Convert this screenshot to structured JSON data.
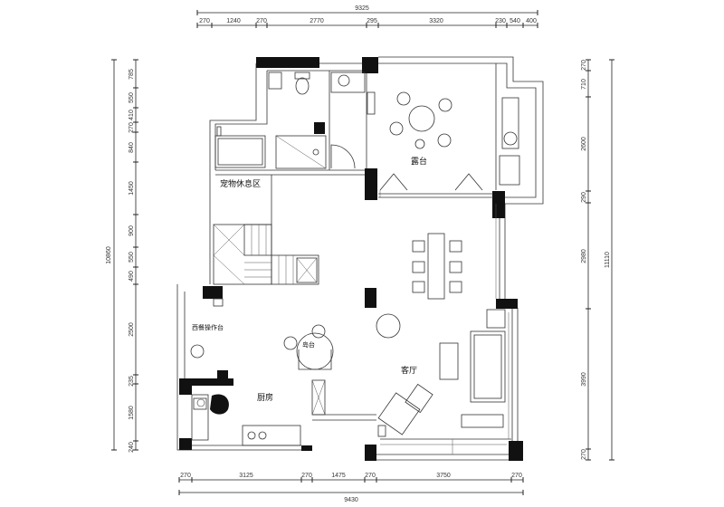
{
  "dimensions": {
    "top_total": "9325",
    "top": [
      "270",
      "1240",
      "270",
      "2770",
      "295",
      "3320",
      "230",
      "540",
      "400"
    ],
    "bottom": [
      "270",
      "3125",
      "270",
      "1475",
      "270",
      "3750",
      "270"
    ],
    "bottom_total": "9430",
    "left_total": "10860",
    "left": [
      "785",
      "550",
      "410",
      "270",
      "840",
      "1450",
      "900",
      "550",
      "490",
      "2500",
      "235",
      "1580",
      "240"
    ],
    "right": [
      "270",
      "710",
      "2600",
      "290",
      "2980",
      "3990",
      "270"
    ],
    "right_total": "11110"
  },
  "rooms": {
    "terrace": "露台",
    "pet_area": "宠物休息区",
    "western_counter": "西餐操作台",
    "island": "岛台",
    "kitchen": "厨房",
    "living": "客厅"
  }
}
